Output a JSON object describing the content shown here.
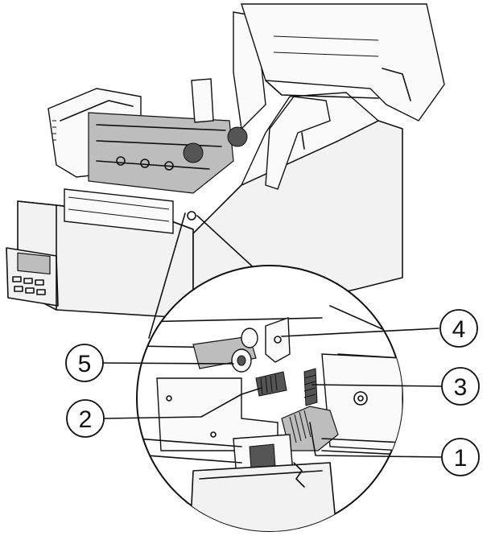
{
  "figure": {
    "callouts": [
      {
        "id": "callout-1",
        "label": "1"
      },
      {
        "id": "callout-2",
        "label": "2"
      },
      {
        "id": "callout-3",
        "label": "3"
      },
      {
        "id": "callout-4",
        "label": "4"
      },
      {
        "id": "callout-5",
        "label": "5"
      }
    ]
  }
}
